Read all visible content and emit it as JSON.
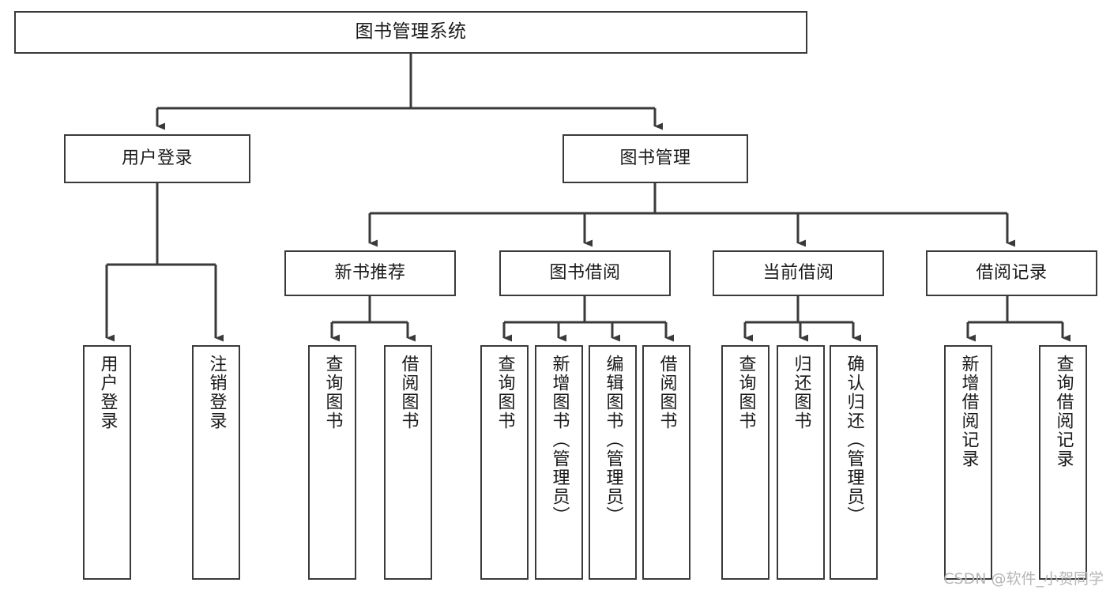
{
  "diagram": {
    "title": "图书管理系统",
    "type": "tree-hierarchy-chart",
    "colors": {
      "box_border": "#3a3a3a",
      "box_fill": "#ffffff",
      "edge": "#3a3a3a",
      "text": "#1a1a1a",
      "watermark": "#b6b6b6",
      "background": "#ffffff"
    },
    "root": {
      "label": "图书管理系统"
    },
    "level1": [
      {
        "label": "用户登录"
      },
      {
        "label": "图书管理"
      }
    ],
    "level2": [
      {
        "label": "新书推荐"
      },
      {
        "label": "图书借阅"
      },
      {
        "label": "当前借阅"
      },
      {
        "label": "借阅记录"
      }
    ],
    "leaves": {
      "user_login": [
        {
          "label": "用户登录"
        },
        {
          "label": "注销登录"
        }
      ],
      "new_book_recommend": [
        {
          "label": "查询图书"
        },
        {
          "label": "借阅图书"
        }
      ],
      "book_borrow": [
        {
          "label": "查询图书"
        },
        {
          "label": "新增图书（管理员）"
        },
        {
          "label": "编辑图书（管理员）"
        },
        {
          "label": "借阅图书"
        }
      ],
      "current_borrow": [
        {
          "label": "查询图书"
        },
        {
          "label": "归还图书"
        },
        {
          "label": "确认归还（管理员）"
        }
      ],
      "borrow_record": [
        {
          "label": "新增借阅记录"
        },
        {
          "label": "查询借阅记录"
        }
      ]
    }
  },
  "watermark": {
    "text": "CSDN @软件_小贺同学"
  }
}
